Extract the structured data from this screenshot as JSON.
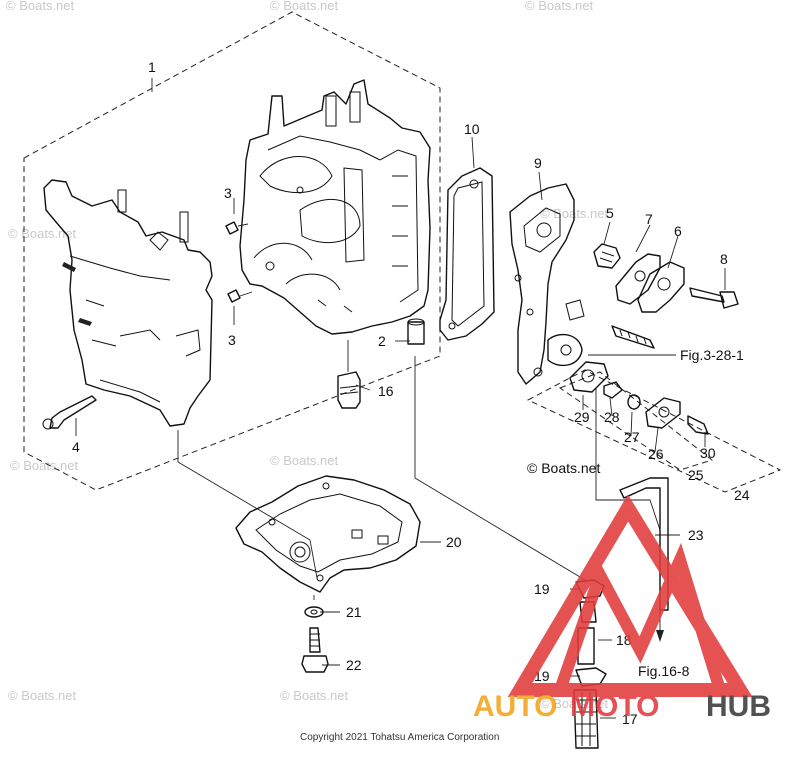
{
  "watermark_text": "© Boats.net",
  "inline_watermark": "© Boats.net",
  "callouts": {
    "c1": "1",
    "c2": "2",
    "c3a": "3",
    "c3b": "3",
    "c4": "4",
    "c5": "5",
    "c6": "6",
    "c7": "7",
    "c8": "8",
    "c9": "9",
    "c10": "10",
    "c16": "16",
    "c17": "17",
    "c18": "18",
    "c19a": "19",
    "c19b": "19",
    "c20": "20",
    "c21": "21",
    "c22": "22",
    "c23": "23",
    "c24": "24",
    "c25": "25",
    "c26": "26",
    "c27": "27",
    "c28": "28",
    "c29": "29",
    "c30": "30"
  },
  "figure_refs": {
    "ref1": "Fig.3-28-1",
    "ref2": "Fig.16-8"
  },
  "copyright": "Copyright 2021 Tohatsu America Corporation",
  "logo": {
    "part1": "AUTO",
    "part2": "MOTO",
    "part3": "HUB",
    "colors": {
      "auto": "#f2a31a",
      "moto": "#e3393f",
      "hub": "#3a3a3a",
      "triangle": "#e23b3b"
    }
  }
}
